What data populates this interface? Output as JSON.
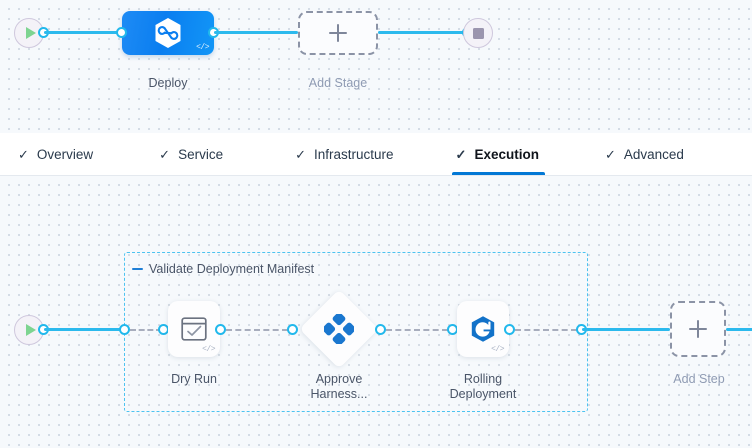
{
  "stage_canvas": {
    "start_node": {
      "name": "pipeline-start",
      "icon": "play-icon"
    },
    "end_node": {
      "name": "pipeline-end",
      "icon": "stop-icon"
    },
    "nodes": [
      {
        "id": "deploy",
        "label": "Deploy",
        "icon": "harness-hexagon-icon",
        "code_glyph": "</>",
        "type": "stage"
      },
      {
        "id": "add-stage",
        "label": "Add Stage",
        "icon": "plus-icon",
        "type": "add"
      }
    ]
  },
  "tabs": {
    "check_glyph": "✓",
    "items": [
      {
        "label": "Overview",
        "active": false
      },
      {
        "label": "Service",
        "active": false
      },
      {
        "label": "Infrastructure",
        "active": false
      },
      {
        "label": "Execution",
        "active": true
      },
      {
        "label": "Advanced",
        "active": false
      }
    ],
    "active_underline_color": "#0278d5"
  },
  "steps_canvas": {
    "start_node": {
      "name": "execution-start",
      "icon": "play-icon"
    },
    "group": {
      "title": "Validate Deployment Manifest",
      "collapse_icon": "minus-icon"
    },
    "steps": [
      {
        "id": "dry-run",
        "label": "Dry Run",
        "icon": "terminal-check-icon",
        "code_glyph": "</>",
        "shape": "rounded"
      },
      {
        "id": "approve-harness",
        "label": "Approve\nHarness...",
        "icon": "harness-approval-icon",
        "shape": "diamond"
      },
      {
        "id": "rolling-deployment",
        "label": "Rolling\nDeployment",
        "icon": "rolling-deployment-icon",
        "code_glyph": "</>",
        "shape": "rounded"
      }
    ],
    "add_step": {
      "label": "Add Step",
      "icon": "plus-icon"
    }
  },
  "colors": {
    "accent_blue": "#0278d5",
    "connector_cyan": "#2bb9ed",
    "canvas_bg": "#f6f9fc",
    "group_border": "#4cc3f0",
    "stage_gradient_from": "#1e8bf5",
    "stage_gradient_to": "#1296f7"
  }
}
